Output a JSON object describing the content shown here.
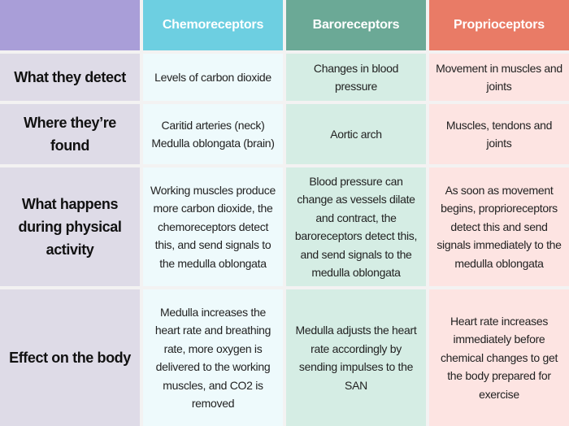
{
  "colors": {
    "corner": "#a99ed8",
    "chemoreceptors": "#6dcfe1",
    "baroreceptors": "#6ba996",
    "proprioceptors": "#e97b66"
  },
  "columns": [
    "Chemoreceptors",
    "Baroreceptors",
    "Proprioceptors"
  ],
  "rows": [
    {
      "label": "What they detect",
      "cells": [
        "Levels of carbon dioxide",
        "Changes in blood pressure",
        "Movement in muscles and joints"
      ]
    },
    {
      "label": "Where they’re found",
      "cells": [
        "Caritid arteries (neck) Medulla oblongata (brain)",
        "Aortic arch",
        "Muscles, tendons and joints"
      ]
    },
    {
      "label": "What happens during physical activity",
      "cells": [
        "Working muscles produce more carbon dioxide, the chemoreceptors detect this, and send signals to the medulla oblongata",
        "Blood pressure can change as vessels dilate and contract, the baroreceptors detect this, and send signals to the medulla oblongata",
        "As soon as movement begins, proprioreceptors detect this and send signals immediately to the medulla oblongata"
      ]
    },
    {
      "label": "Effect on the body",
      "cells": [
        "Medulla increases the heart rate and breathing rate, more oxygen is delivered to the working muscles, and CO2 is removed",
        "Medulla adjusts the heart rate accordingly by sending impulses to the SAN",
        "Heart rate increases immediately before chemical changes to get the body prepared for exercise"
      ]
    }
  ]
}
